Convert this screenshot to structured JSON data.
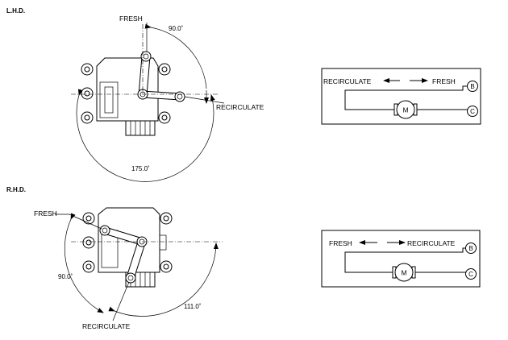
{
  "lhd": {
    "title": "L.H.D.",
    "fresh_label": "FRESH",
    "recirculate_label": "RECIRCULATE",
    "angle_small": "90.0˚",
    "angle_large": "175.0˚",
    "schematic": {
      "left_label": "RECIRCULATE",
      "right_label": "FRESH",
      "motor_label": "M",
      "terminal_top": "B",
      "terminal_bottom": "C"
    }
  },
  "rhd": {
    "title": "R.H.D.",
    "fresh_label": "FRESH",
    "recirculate_label": "RECIRCULATE",
    "angle_small": "90.0˚",
    "angle_large": "111.0˚",
    "schematic": {
      "left_label": "FRESH",
      "right_label": "RECIRCULATE",
      "motor_label": "M",
      "terminal_top": "B",
      "terminal_bottom": "C"
    }
  }
}
